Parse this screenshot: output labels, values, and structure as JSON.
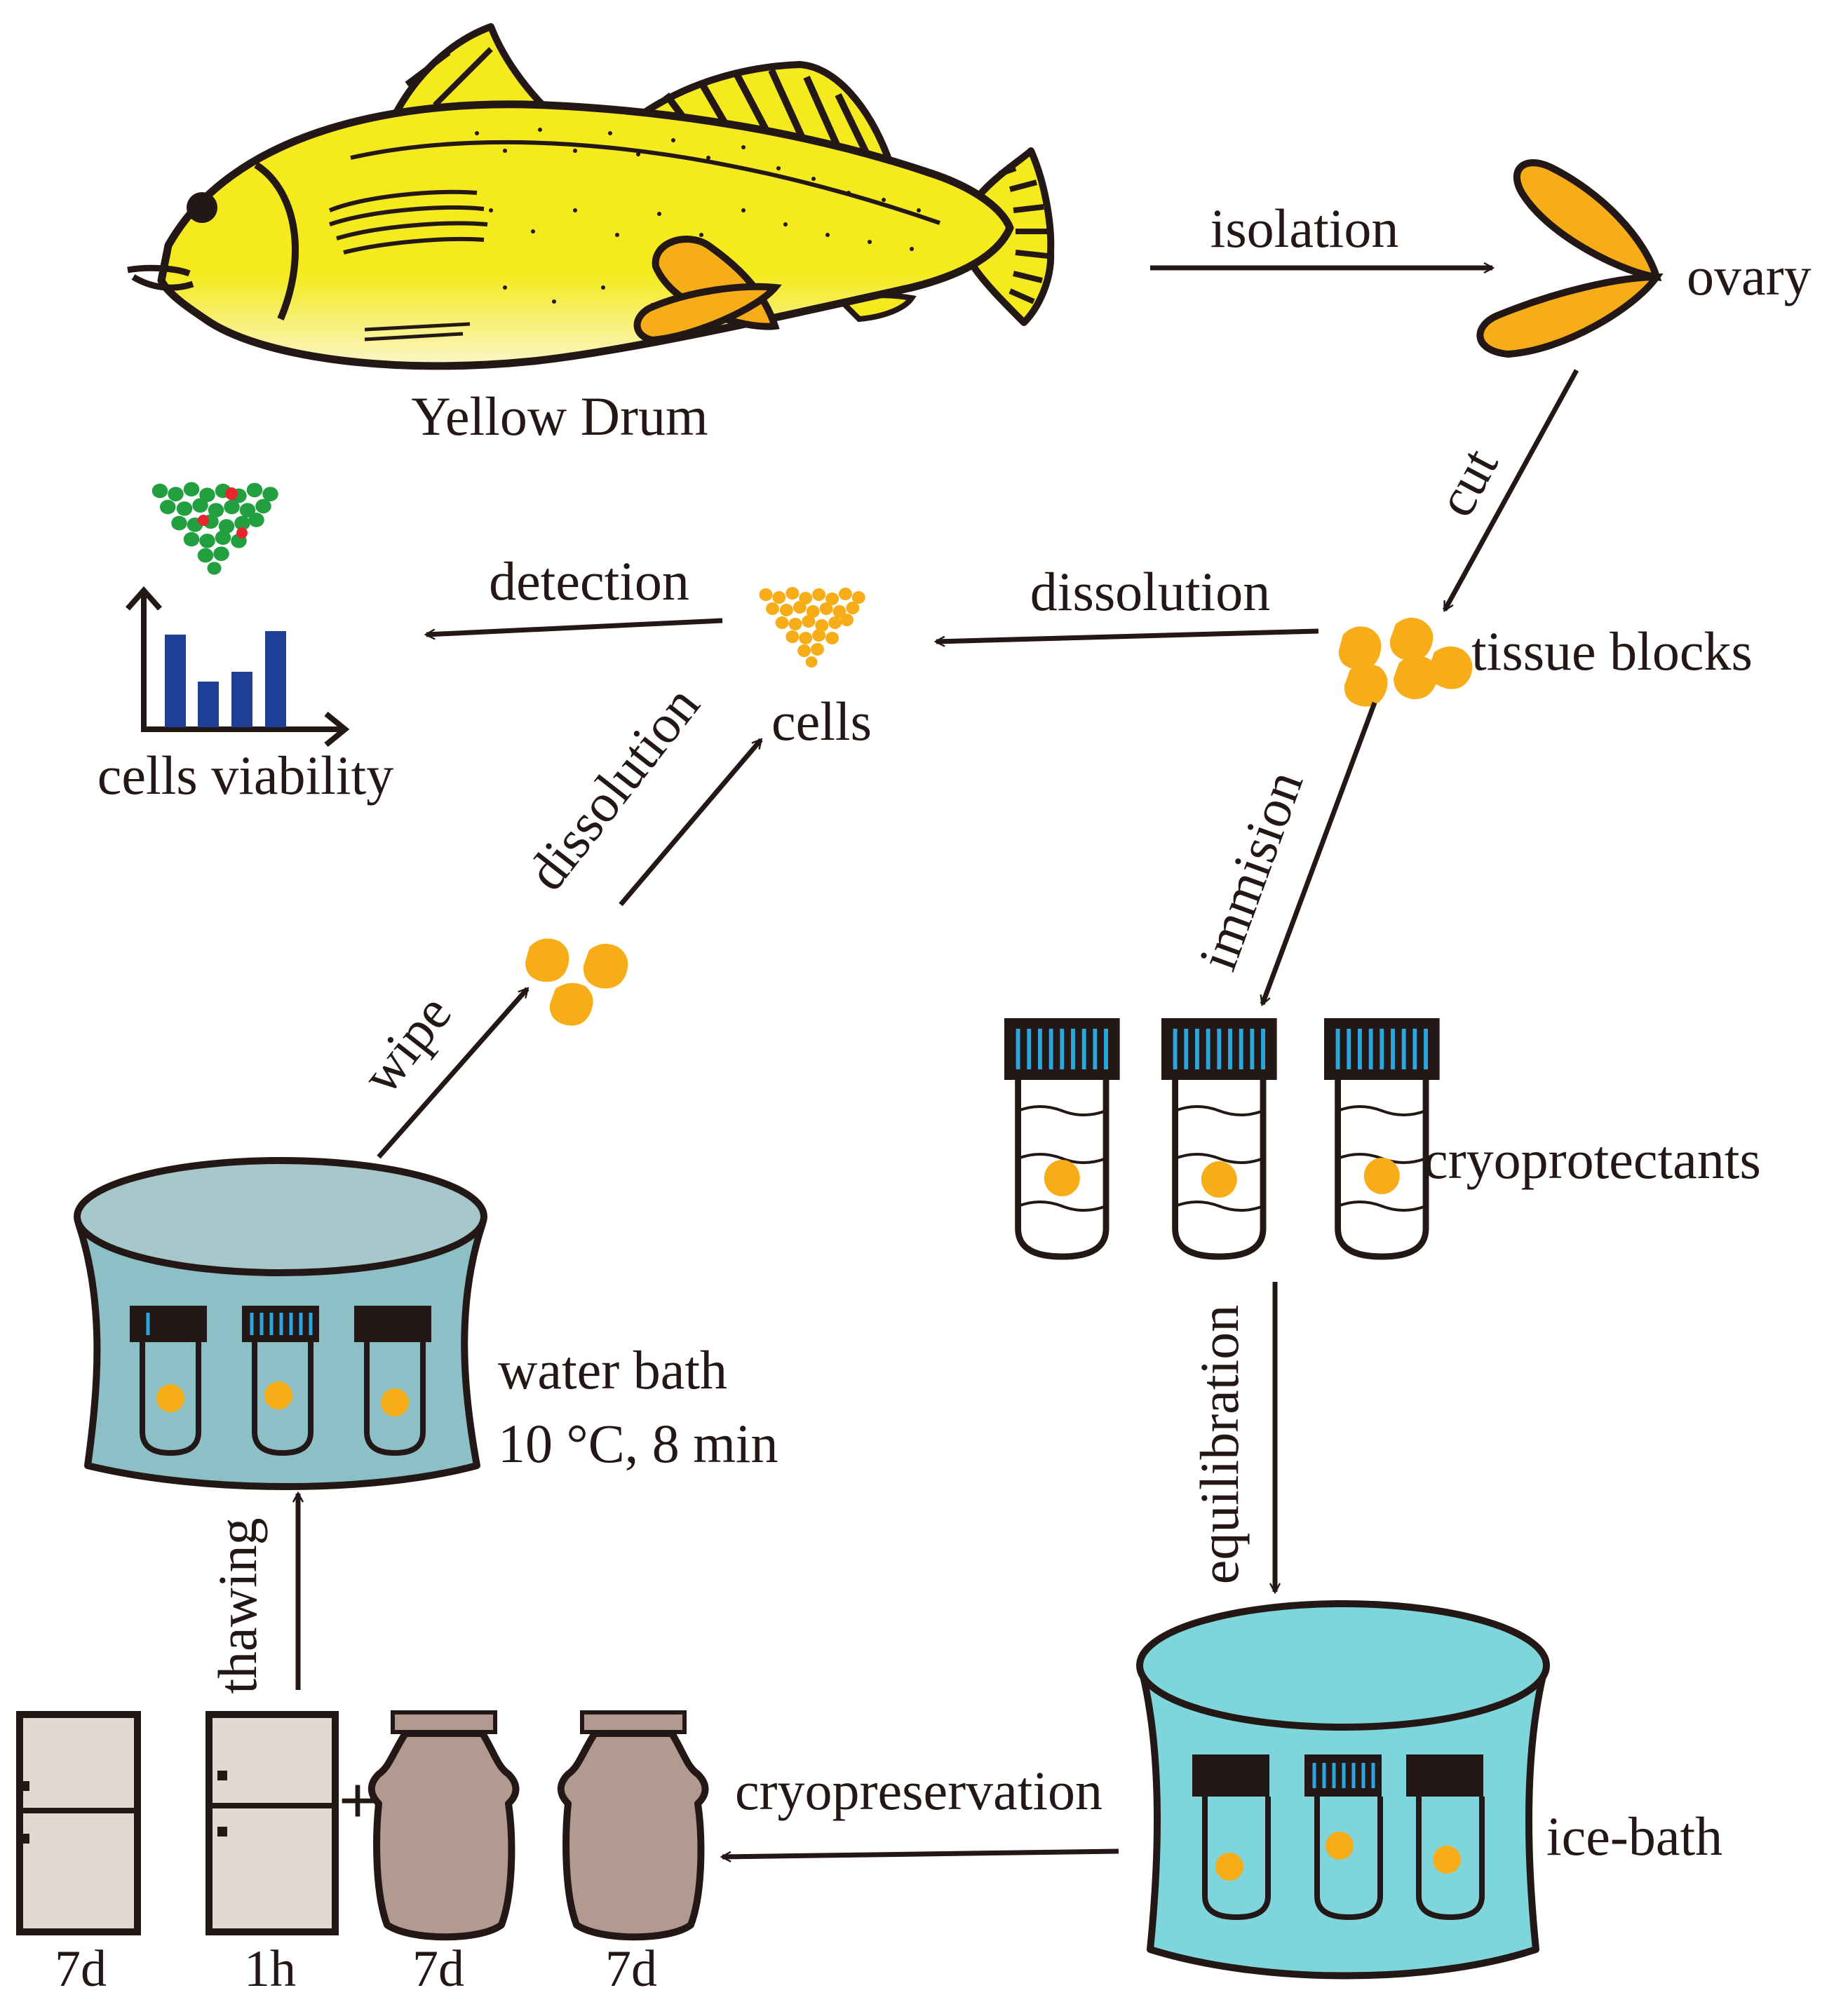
{
  "labels": {
    "fish": "Yellow Drum",
    "isolation": "isolation",
    "ovary": "ovary",
    "cut": "cut",
    "tissue_blocks": "tissue blocks",
    "dissolution_top": "dissolution",
    "cells": "cells",
    "detection": "detection",
    "cells_viability": "cells viability",
    "dissolution_diag": "dissolution",
    "wipe": "wipe",
    "immision": "immision",
    "cryoprotectants": "cryoprotectants",
    "equilibration": "equilibration",
    "water_bath_line1": "water bath",
    "water_bath_line2": "10 °C, 8 min",
    "thawing": "thawing",
    "ice_bath": "ice-bath",
    "cryopreservation": "cryopreservation",
    "plus": "+",
    "storage_1": "7d",
    "storage_2": "1h",
    "storage_3": "7d",
    "storage_4": "7d"
  },
  "colors": {
    "fish_body": "#f4ea1e",
    "fish_belly": "#fbf6b0",
    "tissue": "#f6ad17",
    "ink": "#231815",
    "cell_green": "#22a040",
    "cell_red": "#e8242c",
    "bar_blue": "#1f3f97",
    "cap_stripe": "#2aa7e0",
    "water_bath": "#8cc0c6",
    "water_bath_lid": "#a6c8ca",
    "ice_bath": "#7fd5dc",
    "freezer": "#e0d9cf",
    "dewar": "#b29a90"
  },
  "icons": [
    "fish-icon",
    "ovary-icon",
    "tissue-blocks-icon",
    "cells-cluster-icon",
    "viability-chart-icon",
    "tube-icon",
    "water-bath-icon",
    "ice-bath-icon",
    "freezer-icon",
    "liquid-nitrogen-dewar-icon"
  ]
}
